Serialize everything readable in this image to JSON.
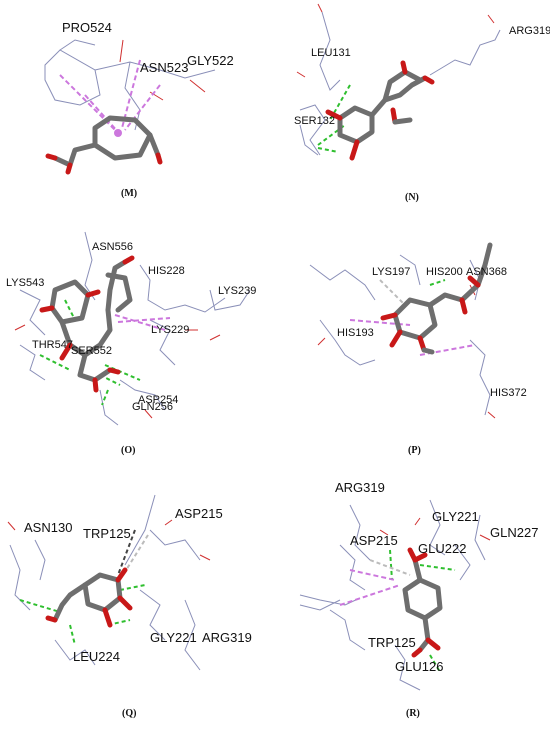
{
  "panels": [
    {
      "id": "M",
      "caption": "(M)",
      "residues": [
        "PRO524",
        "ASN523",
        "GLY522"
      ]
    },
    {
      "id": "N",
      "caption": "(N)",
      "residues": [
        "LEU131",
        "SER132",
        "ARG319"
      ]
    },
    {
      "id": "O",
      "caption": "(O)",
      "residues": [
        "ASN556",
        "LYS543",
        "HIS228",
        "LYS239",
        "LYS229",
        "THR547",
        "SER552",
        "ASP254",
        "GLN256"
      ]
    },
    {
      "id": "P",
      "caption": "(P)",
      "residues": [
        "LYS197",
        "HIS200",
        "ASN368",
        "HIS193",
        "HIS372"
      ]
    },
    {
      "id": "Q",
      "caption": "(Q)",
      "residues": [
        "ASN130",
        "TRP125",
        "ASP215",
        "GLY221",
        "ARG319",
        "LEU224"
      ]
    },
    {
      "id": "R",
      "caption": "(R)",
      "residues": [
        "ARG319",
        "GLY221",
        "GLN227",
        "ASP215",
        "GLU222",
        "TRP125",
        "GLU126"
      ]
    }
  ],
  "colors": {
    "carbon": "#6e6e6e",
    "oxygen": "#d42020",
    "hydrogen_bond": "#2fbf2f",
    "pi_interaction": "#cc77dd",
    "residue_line": "#8a8fb8"
  }
}
